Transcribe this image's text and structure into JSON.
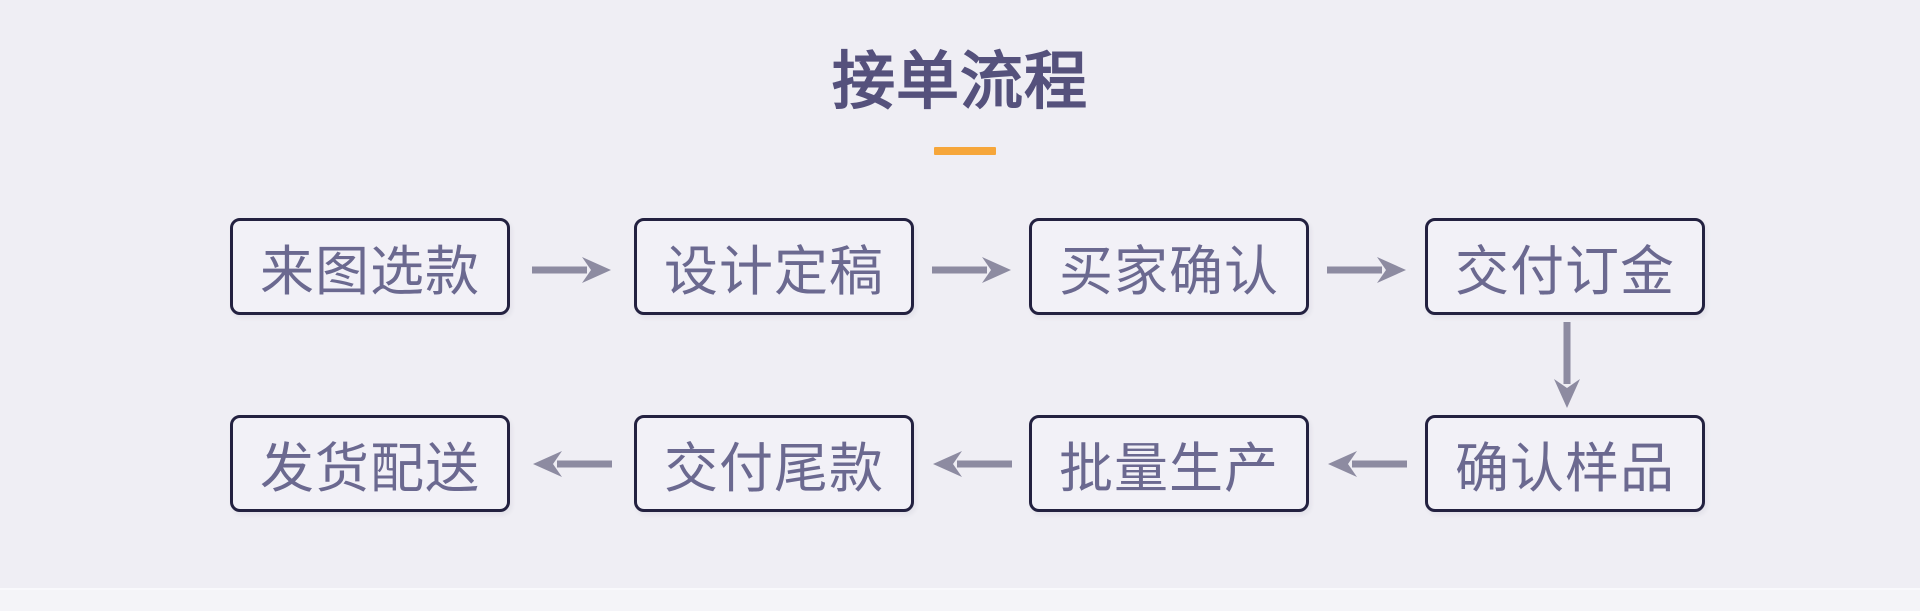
{
  "title": {
    "text": "接单流程"
  },
  "flow": {
    "steps": [
      {
        "label": "来图选款"
      },
      {
        "label": "设计定稿"
      },
      {
        "label": "买家确认"
      },
      {
        "label": "交付订金"
      },
      {
        "label": "确认样品"
      },
      {
        "label": "批量生产"
      },
      {
        "label": "交付尾款"
      },
      {
        "label": "发货配送"
      }
    ]
  },
  "icons": {
    "connector_right": "arrow-right-icon",
    "connector_down": "arrow-down-icon",
    "connector_left": "arrow-left-icon"
  },
  "colors": {
    "page_bg": "#efeef4",
    "footer_strip": "#f4f4f8",
    "title_text": "#55517c",
    "accent_orange": "#f6a63a",
    "box_border": "#232140",
    "box_fill": "#f2f1f7",
    "box_text": "#6b6990",
    "arrow": "#8d8ba1"
  }
}
